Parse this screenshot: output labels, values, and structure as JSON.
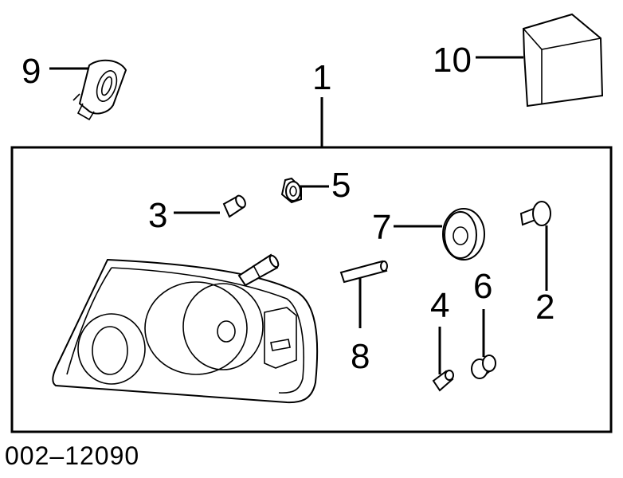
{
  "diagram": {
    "callouts": {
      "c1": "1",
      "c2": "2",
      "c3": "3",
      "c4": "4",
      "c5": "5",
      "c6": "6",
      "c7": "7",
      "c8": "8",
      "c9": "9",
      "c10": "10"
    },
    "part_number": "002–12090"
  }
}
